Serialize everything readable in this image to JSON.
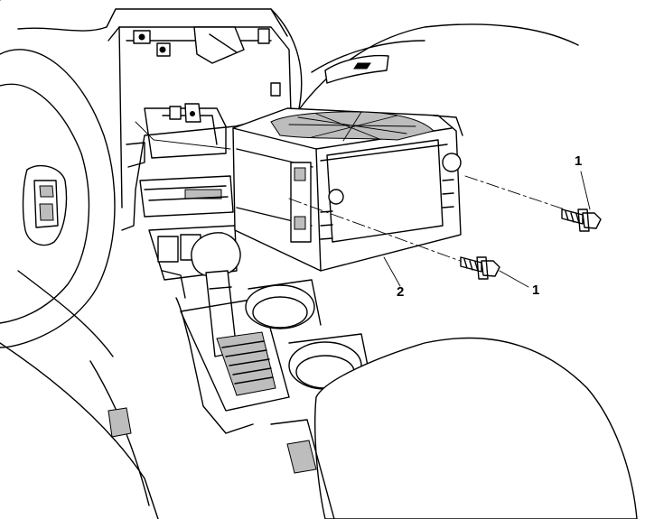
{
  "figure": {
    "callouts": {
      "fastener_upper": "1",
      "fastener_lower": "1",
      "radio_unit": "2"
    }
  }
}
